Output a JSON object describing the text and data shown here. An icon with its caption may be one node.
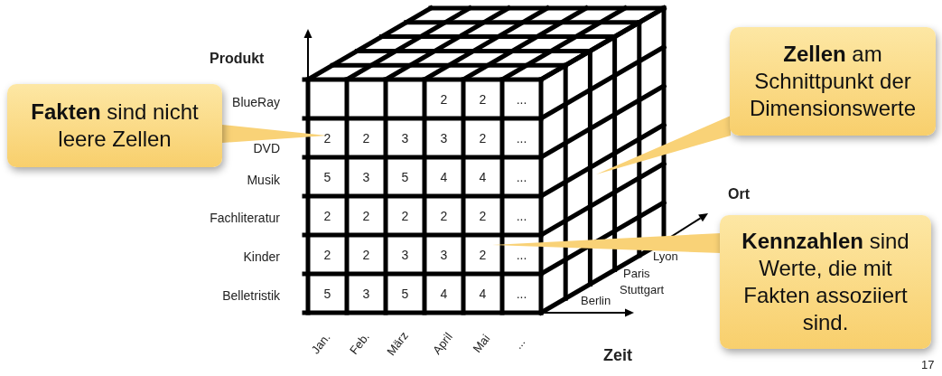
{
  "diagram": {
    "nodes": [
      {
        "text": [
          "**Fakten** sind nicht leere Zellen"
        ]
      },
      {
        "text": [
          "**Zellen** am Schnittpunkt der Dimensionswerte"
        ]
      },
      {
        "text": [
          "**Kennzahlen** sind Werte, die mit Fakten assoziiert sind."
        ]
      }
    ],
    "edges": [
      {
        "from": 0,
        "to": null,
        "arrow": "to"
      },
      {
        "from": 1,
        "to": null,
        "arrow": "to"
      },
      {
        "from": 2,
        "to": null,
        "arrow": "to"
      }
    ],
    "labels": [
      "Produkt",
      "BlueRay",
      "2",
      "2",
      "...",
      "DVD",
      "2",
      "2",
      "3",
      "3",
      "2",
      "...",
      "Musik",
      "5",
      "3",
      "5",
      "4",
      "4",
      "...",
      "Fachliteratur",
      "2",
      "2",
      "2",
      "2",
      "2",
      "...",
      "Kinder",
      "2",
      "2",
      "3",
      "3",
      "2",
      "...",
      "Belletristik",
      "5",
      "3",
      "5",
      "4",
      "4",
      "...",
      "Ort",
      "Lyon",
      "Paris",
      "Stuttgart",
      "Berlin",
      "Jan.",
      "Feb.",
      "März",
      "April",
      "Mai",
      "...",
      "Zeit",
      "17"
    ]
  }
}
